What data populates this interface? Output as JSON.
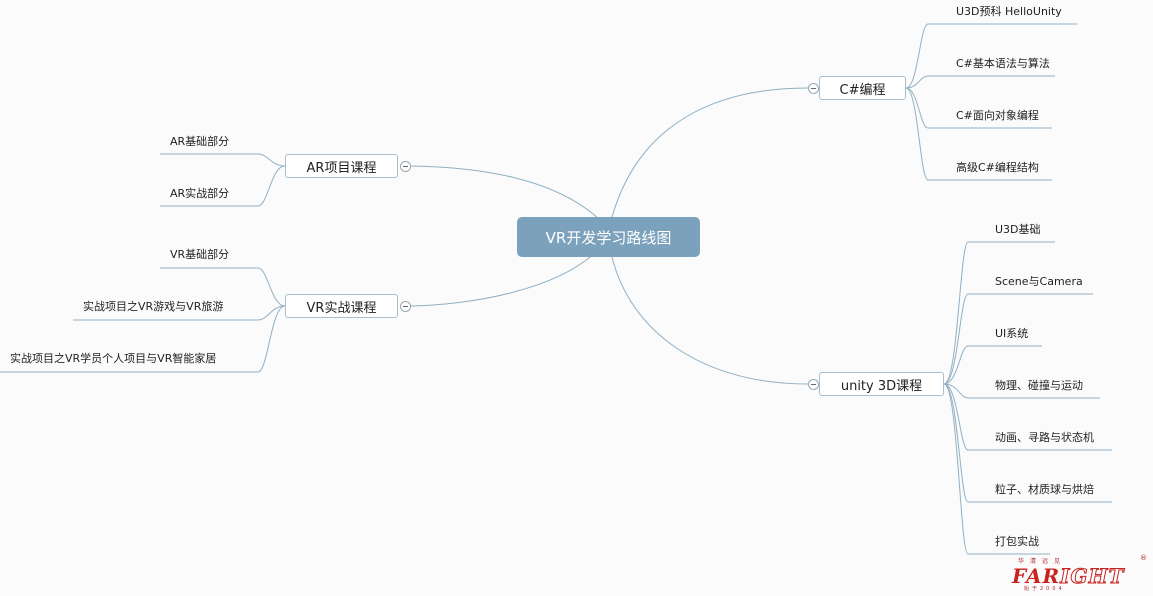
{
  "central": {
    "label": "VR开发学习路线图"
  },
  "colors": {
    "central_fill": "#7ba1bd",
    "connector": "#8fb0c4",
    "branch_border": "#a9bfce"
  },
  "branches": {
    "csharp": {
      "label": "C#编程",
      "children": [
        "U3D预科 HelloUnity",
        "C#基本语法与算法",
        "C#面向对象编程",
        "高级C#编程结构"
      ]
    },
    "unity": {
      "label": "unity 3D课程",
      "children": [
        "U3D基础",
        "Scene与Camera",
        "UI系统",
        "物理、碰撞与运动",
        "动画、寻路与状态机",
        "粒子、材质球与烘焙",
        "打包实战"
      ]
    },
    "ar": {
      "label": "AR项目课程",
      "children": [
        "AR基础部分",
        "AR实战部分"
      ]
    },
    "vr": {
      "label": "VR实战课程",
      "children": [
        "VR基础部分",
        "实战项目之VR游戏与VR旅游",
        "实战项目之VR学员个人项目与VR智能家居"
      ]
    }
  },
  "logo": {
    "top": "华清远见",
    "far": "FAR",
    "ight": "IGHT",
    "bottom": "始于2004",
    "reg": "®"
  }
}
